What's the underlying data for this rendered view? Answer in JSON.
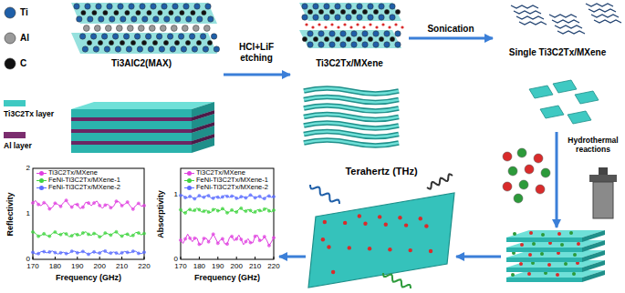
{
  "diagram": {
    "nodes": [
      {
        "text": [
          "Ti3AlC2(MAX)"
        ]
      },
      {
        "text": [
          "Ti3C2Tx/MXene"
        ]
      },
      {
        "text": [
          "Single Ti3C2Tx/MXene"
        ]
      },
      {
        "text": [
          "Terahertz (THz)"
        ]
      },
      {
        "text": [
          "Reflectivity",
          "Frequency (GHz)"
        ]
      },
      {
        "text": [
          "Absorptivity",
          "Frequency (GHz)"
        ]
      }
    ],
    "edges": [
      {
        "from": 0,
        "to": 1,
        "label": "HCl+LiF etching",
        "arrow": "to"
      },
      {
        "from": 1,
        "to": 2,
        "label": "Sonication",
        "arrow": "to"
      },
      {
        "from": 2,
        "to": 3,
        "label": "Hydrothermal reactions",
        "arrow": "to"
      },
      {
        "from": 3,
        "to": 5,
        "arrow": "to"
      }
    ],
    "labels": [
      "2",
      "1",
      "0",
      "170",
      "180",
      "190",
      "200",
      "210",
      "220",
      "1",
      "0",
      "170",
      "180",
      "190",
      "200",
      "210",
      "220"
    ],
    "legend": [
      {
        "text": "Ti"
      },
      {
        "text": "Al"
      },
      {
        "text": "C"
      },
      {
        "text": "Ti3C2Tx layer",
        "color": "#3fc9c2"
      },
      {
        "text": "Al layer",
        "color": "#7b2d6e"
      },
      {
        "text": "Ti3C2Tx/MXene",
        "color": "#e040e0"
      },
      {
        "text": "FeNi-Ti3C2Tx/MXene-1",
        "color": "#3fd43f"
      },
      {
        "text": "FeNi-Ti3C2Tx/MXene-2",
        "color": "#5a6cff"
      },
      {
        "text": "Ti3C2Tx/MXene",
        "color": "#e040e0"
      },
      {
        "text": "FeNi-Ti3C2Tx/MXene-1",
        "color": "#3fd43f"
      },
      {
        "text": "FeNi-Ti3C2Tx/MXene-2",
        "color": "#5a6cff"
      }
    ]
  }
}
